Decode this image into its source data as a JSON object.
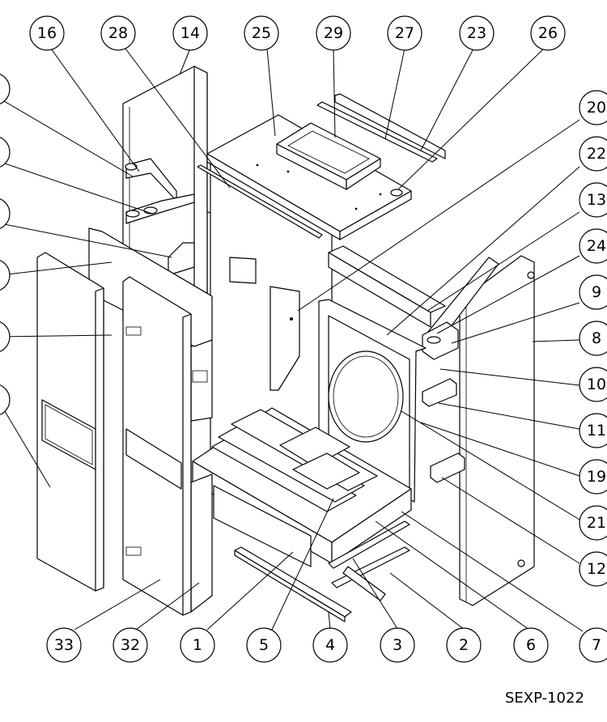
{
  "drawing_number": "SEXP-1022",
  "callouts": {
    "top": [
      "16",
      "28",
      "14",
      "25",
      "29",
      "27",
      "23",
      "26"
    ],
    "right": [
      "20",
      "22",
      "13",
      "24",
      "9",
      "8",
      "10",
      "11",
      "19",
      "21",
      "12",
      "7"
    ],
    "bottom": [
      "33",
      "32",
      "1",
      "5",
      "4",
      "3",
      "2",
      "6",
      "7"
    ]
  },
  "colors": {
    "line": "#000000",
    "background": "#ffffff"
  }
}
